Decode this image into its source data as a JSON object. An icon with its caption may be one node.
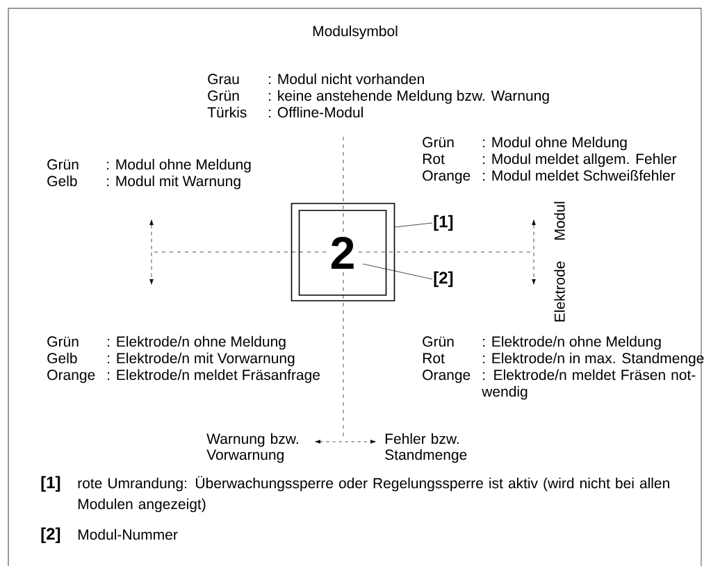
{
  "diagram": {
    "title": "Modulsymbol",
    "nodes": [
      {
        "text": [],
        "shape": "box"
      },
      {
        "text": [
          "2"
        ],
        "in": 0
      },
      {
        "text": [
          "[1]"
        ]
      },
      {
        "text": [
          "[2]"
        ]
      }
    ],
    "edges": [
      {
        "from": 2,
        "to": 0,
        "arrow": "none"
      },
      {
        "from": 3,
        "to": 1,
        "arrow": "none"
      }
    ],
    "labels": [
      "Grau",
      ": Modul nicht vorhanden",
      "Grün",
      ": keine anstehende Meldung bzw. Warnung",
      "Türkis",
      ": Offline-Modul",
      "Grün",
      ": Modul ohne Meldung",
      "Rot",
      ": Modul meldet allgem. Fehler",
      "Orange",
      ": Modul meldet Schweißfehler",
      "Grün",
      ": Modul ohne Meldung",
      "Gelb",
      ": Modul mit Warnung",
      "Modul",
      "Elektrode",
      "Grün",
      ": Elektrode/n ohne Meldung",
      "Gelb",
      ": Elektrode/n mit Vorwarnung",
      "Orange",
      ": Elektrode/n meldet Fräsanfrage",
      "Grün",
      ": Elektrode/n ohne Meldung",
      "Rot",
      ": Elektrode/n in max. Standmenge",
      "Orange",
      ": Elektrode/n meldet Fräsen not- wendig",
      "Warnung bzw. Vorwarnung",
      "Fehler bzw. Standmenge",
      "[1]",
      "rote Umrandung: Überwachungssperre oder Regelungssperre ist aktiv (wird nicht bei allen Modulen angezeigt)",
      "[2]",
      "Modul-Nummer"
    ]
  }
}
